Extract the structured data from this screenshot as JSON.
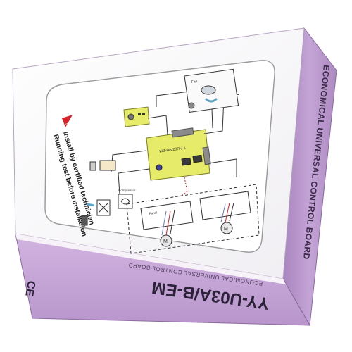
{
  "box": {
    "side_title": "ECONOMICAL UNIVERSAL CONTROL BOARD",
    "front_model": "YY-U03A/B-EM",
    "front_subtitle": "ECONOMICAL UNIVERSAL CONTROL BOARD",
    "ce_mark": "CE"
  },
  "warning": {
    "line1": "Install by certified technician",
    "line2": "Running test before installation"
  },
  "diagram": {
    "board_label": "YY-U03A/B-EM",
    "label_compressor": "Compressor",
    "label_panel": "Panel",
    "label_fan": "Fan"
  },
  "colors": {
    "front_purple": "#c8a6d6",
    "side_purple": "#b793cb",
    "board_yellow": "#e6ec6a",
    "title_color": "#3a2a48"
  }
}
